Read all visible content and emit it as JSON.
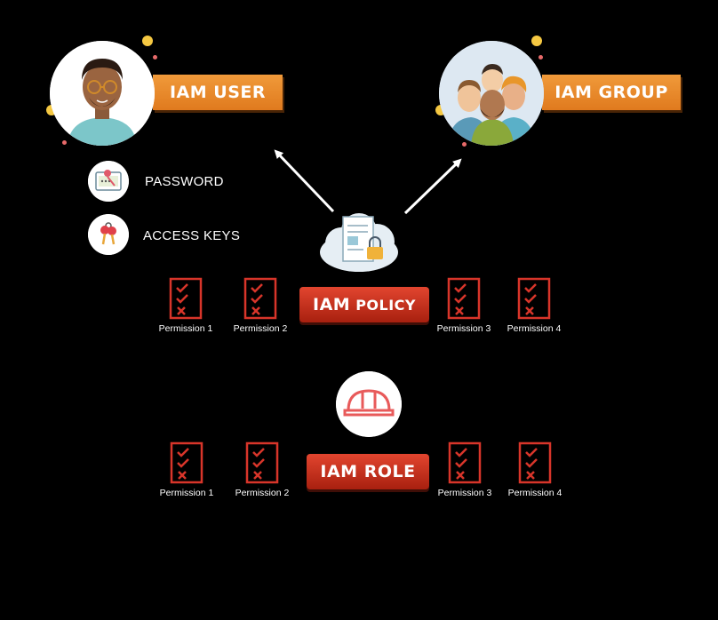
{
  "user": {
    "label": "IAM USER"
  },
  "group": {
    "label": "IAM GROUP"
  },
  "credentials": {
    "password_label": "PASSWORD",
    "access_keys_label": "ACCESS KEYS"
  },
  "policy": {
    "label_main": "IAM",
    "label_sub": "POLICY",
    "permissions": [
      "Permission 1",
      "Permission 2",
      "Permission 3",
      "Permission 4"
    ]
  },
  "role": {
    "label": "IAM ROLE",
    "permissions": [
      "Permission 1",
      "Permission 2",
      "Permission 3",
      "Permission 4"
    ]
  },
  "colors": {
    "background": "#000000",
    "banner_orange": "#e8862a",
    "banner_red": "#c8301c",
    "permission_red": "#d8352a",
    "arrow": "#ffffff"
  }
}
